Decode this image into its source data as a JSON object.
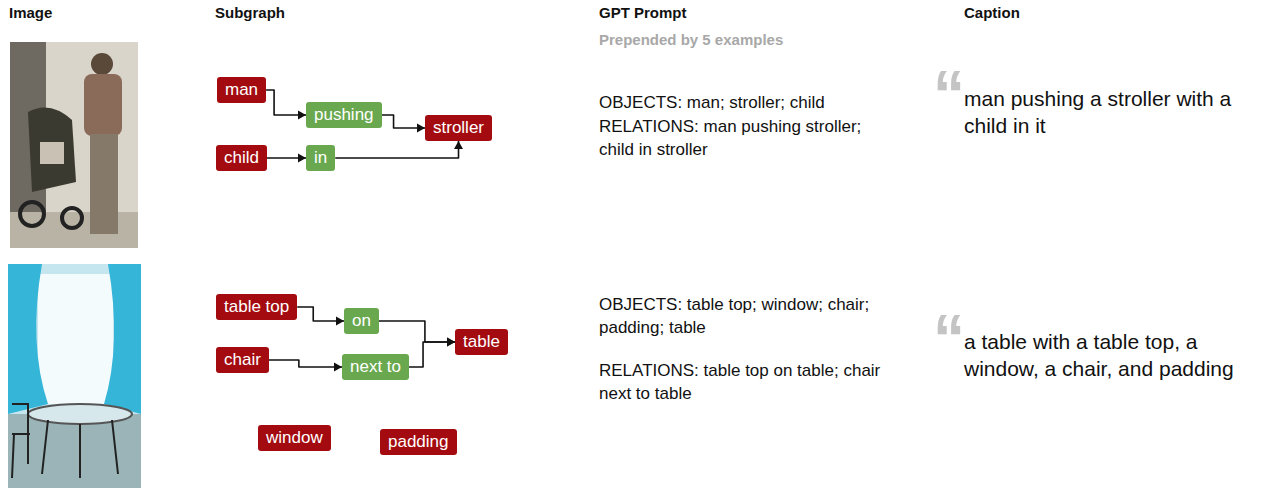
{
  "diagram": {
    "nodes": [
      {
        "text": [
          "man"
        ]
      },
      {
        "text": [
          "pushing"
        ]
      },
      {
        "text": [
          "stroller"
        ]
      },
      {
        "text": [
          "child"
        ]
      },
      {
        "text": [
          "in"
        ]
      },
      {
        "text": [
          "table top"
        ]
      },
      {
        "text": [
          "on"
        ]
      },
      {
        "text": [
          "table"
        ]
      },
      {
        "text": [
          "chair"
        ]
      },
      {
        "text": [
          "next to"
        ]
      },
      {
        "text": [
          "window"
        ]
      },
      {
        "text": [
          "padding"
        ]
      }
    ],
    "edges": [
      {
        "from": 0,
        "to": 1,
        "arrow": "to"
      },
      {
        "from": 1,
        "to": 2,
        "arrow": "to"
      },
      {
        "from": 3,
        "to": 4,
        "arrow": "to"
      },
      {
        "from": 4,
        "to": 2,
        "arrow": "to"
      },
      {
        "from": 5,
        "to": 6,
        "arrow": "to"
      },
      {
        "from": 6,
        "to": 7,
        "arrow": "to"
      },
      {
        "from": 8,
        "to": 9,
        "arrow": "to"
      },
      {
        "from": 9,
        "to": 7,
        "arrow": "to"
      }
    ],
    "labels": [
      "Image",
      "Subgraph",
      "GPT Prompt",
      "Prepended by 5 examples",
      "Caption",
      "OBJECTS: man; stroller; child",
      "RELATIONS: man pushing stroller; child in stroller",
      "“",
      "man pushing a stroller with a child in it",
      "OBJECTS: table top; window; chair; padding; table",
      "RELATIONS: table top on table; chair next to table",
      "“",
      "a table with a table top, a window, a chair, and padding"
    ]
  }
}
